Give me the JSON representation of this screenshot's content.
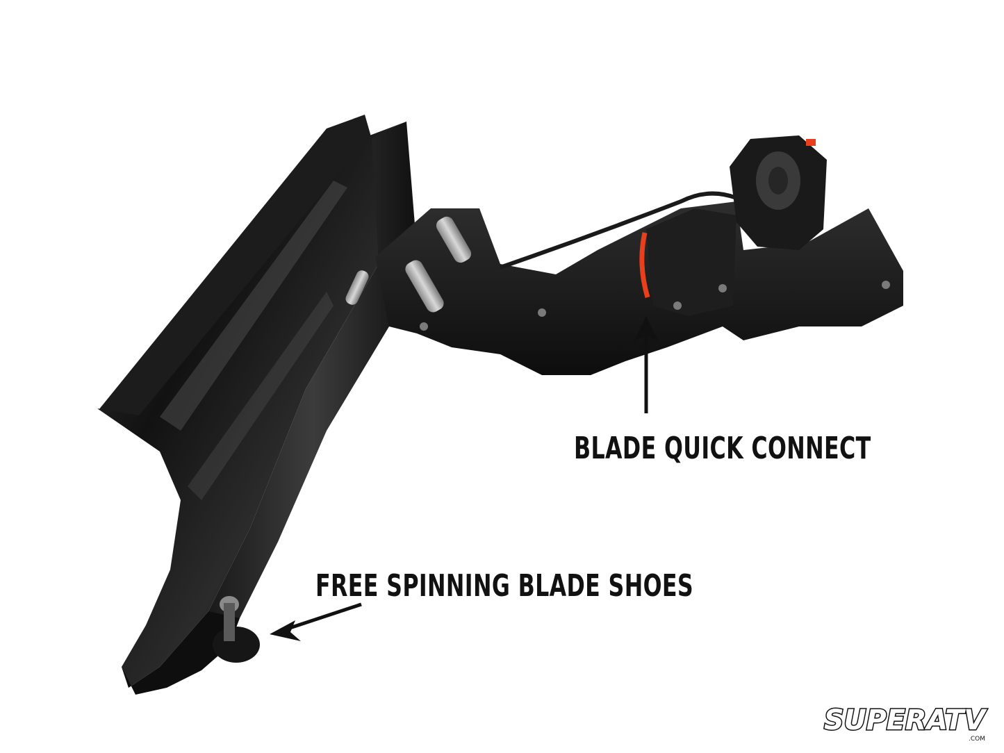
{
  "image": {
    "subject": "UTV snow plow blade with mounting frame",
    "background_color": "#ffffff",
    "accent_color": "#e8401c"
  },
  "callouts": {
    "quick_connect": "BLADE QUICK CONNECT",
    "blade_shoes": "FREE SPINNING BLADE SHOES"
  },
  "logo": {
    "brand": "SUPERATV",
    "suffix": ".COM"
  }
}
